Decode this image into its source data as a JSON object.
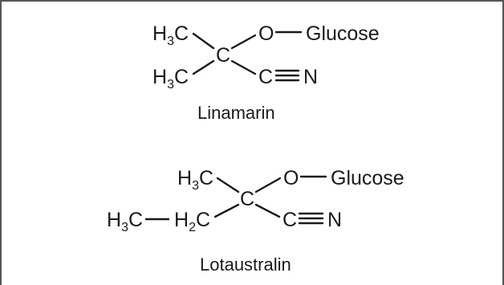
{
  "molecules": [
    {
      "name": "Linamarin",
      "groups": {
        "methyl_top": {
          "main": "H",
          "sub": "3",
          "tail": "C"
        },
        "methyl_bottom": {
          "main": "H",
          "sub": "3",
          "tail": "C"
        },
        "center": "C",
        "oxygen": "O",
        "glucose": "Glucose",
        "nitrile_c": "C",
        "nitrile_n": "N"
      }
    },
    {
      "name": "Lotaustralin",
      "groups": {
        "methyl_top": {
          "main": "H",
          "sub": "3",
          "tail": "C"
        },
        "ethyl_methyl": {
          "main": "H",
          "sub": "3",
          "tail": "C"
        },
        "ethyl_methylene": {
          "main": "H",
          "sub": "2",
          "tail": "C"
        },
        "center": "C",
        "oxygen": "O",
        "glucose": "Glucose",
        "nitrile_c": "C",
        "nitrile_n": "N"
      }
    }
  ]
}
